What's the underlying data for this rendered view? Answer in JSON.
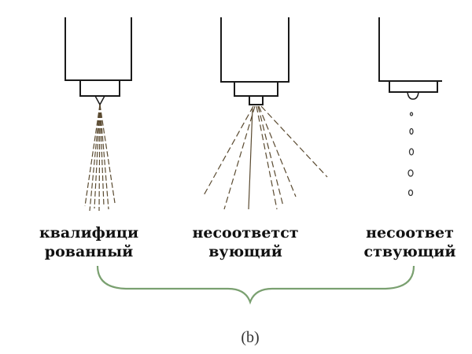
{
  "nozzles": [
    {
      "label_line1": "квалифици",
      "label_line2": "рованный",
      "spray": "fine-narrow-cone"
    },
    {
      "label_line1": "несоответст",
      "label_line2": "вующий",
      "spray": "wide-scattered"
    },
    {
      "label_line1": "несоответ",
      "label_line2": "ствующий",
      "spray": "dripping"
    }
  ],
  "caption": "(b)",
  "colors": {
    "line": "#1a1a1a",
    "brace": "#7aa070",
    "spray": "#6b5a3a"
  }
}
